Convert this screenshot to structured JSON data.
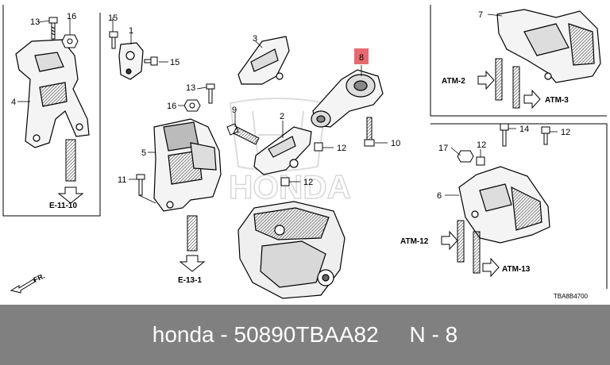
{
  "diagram": {
    "watermark": "HONDA",
    "drawing_code": "TBA8B4700",
    "highlight_color": "#e8696f",
    "callouts": {
      "c13a": "13",
      "c16a": "16",
      "c4": "4",
      "c15a": "15",
      "c1": "1",
      "c15b": "15",
      "c3": "3",
      "c13b": "13",
      "c16b": "16",
      "c9": "9",
      "c2": "2",
      "c8": "8",
      "c5": "5",
      "c11": "11",
      "c12a": "12",
      "c12b": "12",
      "c10": "10",
      "c7": "7",
      "c14": "14",
      "c12c": "12",
      "c17": "17",
      "c12d": "12",
      "c6": "6"
    },
    "refs": {
      "e1110": "E-11-10",
      "e131": "E-13-1",
      "atm2": "ATM-2",
      "atm3": "ATM-3",
      "atm12": "ATM-12",
      "atm13": "ATM-13",
      "fr": "FR."
    }
  },
  "footer": {
    "brand": "honda",
    "part_number": "50890TBAA82",
    "position": "N - 8",
    "full_text": "honda - 50890TBAA82     N - 8"
  }
}
